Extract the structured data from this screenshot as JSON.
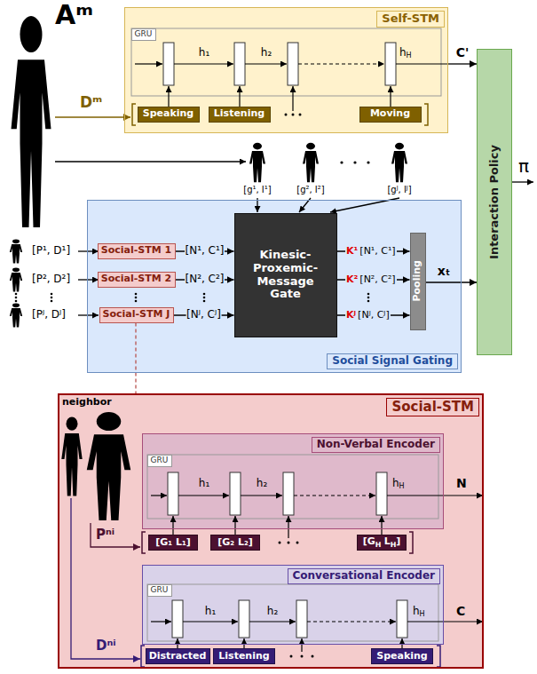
{
  "diagram": {
    "nodes": [
      {
        "text": [
          "Self-STM"
        ]
      },
      {
        "text": [
          "GRU"
        ],
        "in": 0
      },
      {
        "text": [
          "Speaking"
        ],
        "in": 0
      },
      {
        "text": [
          "Listening"
        ],
        "in": 0
      },
      {
        "text": [
          "Moving"
        ],
        "in": 0
      },
      {
        "text": [
          "Social Signal Gating"
        ]
      },
      {
        "text": [
          "Social-STM 1"
        ],
        "in": 5
      },
      {
        "text": [
          "Social-STM 2"
        ],
        "in": 5
      },
      {
        "text": [
          "Social-STM J"
        ],
        "in": 5
      },
      {
        "text": [
          "Kinesic-Proxemic-Message Gate"
        ],
        "in": 5
      },
      {
        "text": [
          "Pooling"
        ],
        "in": 5
      },
      {
        "text": [
          "Interaction Policy"
        ]
      },
      {
        "text": [
          "Social-STM"
        ]
      },
      {
        "text": [
          "Non-Verbal Encoder"
        ],
        "in": 12
      },
      {
        "text": [
          "GRU"
        ],
        "in": 13
      },
      {
        "text": [
          "[G₁ L₁]"
        ],
        "in": 12
      },
      {
        "text": [
          "[G₂ L₂]"
        ],
        "in": 12
      },
      {
        "text": [
          "[G",
          "H",
          "L",
          "H",
          "]"
        ],
        "in": 12
      },
      {
        "text": [
          "Conversational Encoder"
        ],
        "in": 12
      },
      {
        "text": [
          "GRU"
        ],
        "in": 18
      },
      {
        "text": [
          "Distracted"
        ],
        "in": 12
      },
      {
        "text": [
          "Listening"
        ],
        "in": 12
      },
      {
        "text": [
          "Speaking"
        ],
        "in": 12
      }
    ],
    "edges": [
      {
        "from": 0,
        "to": 11,
        "label": "C'",
        "arrow": "to"
      },
      {
        "from": 6,
        "to": 9,
        "label": "[N¹, C¹]",
        "arrow": "to"
      },
      {
        "from": 7,
        "to": 9,
        "label": "[N², C²]",
        "arrow": "to"
      },
      {
        "from": 8,
        "to": 9,
        "label": "[Nᴶ, Cᴶ]",
        "arrow": "to"
      },
      {
        "from": 9,
        "to": 10,
        "arrow": "to"
      },
      {
        "from": 9,
        "to": 10,
        "arrow": "to"
      },
      {
        "from": 9,
        "to": 10,
        "arrow": "to"
      },
      {
        "from": 10,
        "to": 11,
        "label": "xₜ",
        "arrow": "to"
      },
      {
        "from": 8,
        "to": 12,
        "arrow": "none"
      }
    ],
    "labels": [
      "Aᵐ",
      "h₁",
      "h₂",
      "h",
      "H",
      "Dᵐ",
      "π",
      "[g¹, I¹]",
      "[g², I²]",
      "[gᴶ, Iᴶ]",
      "[P¹, D¹]",
      "[P², D²]",
      "[Pᴶ, Dᴶ]",
      "K¹",
      "[N¹, C¹]",
      "K²",
      "[N², C²]",
      "Kᴶ",
      "[Nᴶ, Cᴶ]",
      "neighbor",
      "h₁",
      "h₂",
      "h",
      "H",
      "N",
      "Pⁿⁱ",
      "h₁",
      "h₂",
      "h",
      "H",
      "C",
      "Dⁿⁱ"
    ]
  }
}
